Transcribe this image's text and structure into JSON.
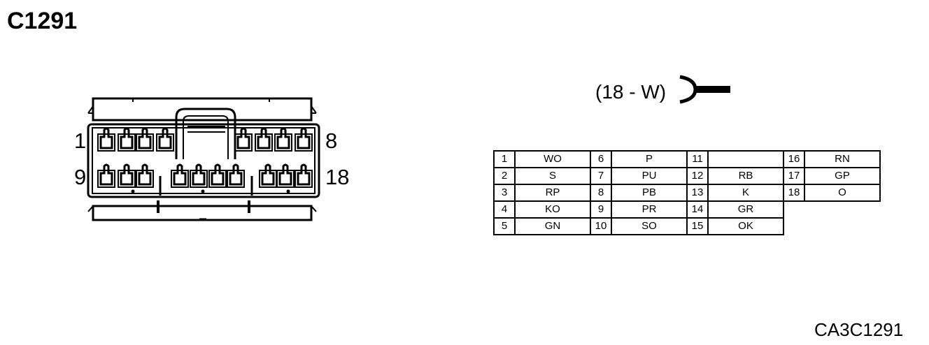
{
  "title": "C1291",
  "connector": {
    "type_label": "(18 - W)",
    "pin_labels": {
      "top_left": "1",
      "top_right": "8",
      "bottom_left": "9",
      "bottom_right": "18"
    }
  },
  "pin_table": {
    "rows": [
      [
        {
          "pin": "1",
          "wire": "WO"
        },
        {
          "pin": "6",
          "wire": "P"
        },
        {
          "pin": "11",
          "wire": ""
        },
        {
          "pin": "16",
          "wire": "RN"
        }
      ],
      [
        {
          "pin": "2",
          "wire": "S"
        },
        {
          "pin": "7",
          "wire": "PU"
        },
        {
          "pin": "12",
          "wire": "RB"
        },
        {
          "pin": "17",
          "wire": "GP"
        }
      ],
      [
        {
          "pin": "3",
          "wire": "RP"
        },
        {
          "pin": "8",
          "wire": "PB"
        },
        {
          "pin": "13",
          "wire": "K"
        },
        {
          "pin": "18",
          "wire": "O"
        }
      ],
      [
        {
          "pin": "4",
          "wire": "KO"
        },
        {
          "pin": "9",
          "wire": "PR"
        },
        {
          "pin": "14",
          "wire": "GR"
        }
      ],
      [
        {
          "pin": "5",
          "wire": "GN"
        },
        {
          "pin": "10",
          "wire": "SO"
        },
        {
          "pin": "15",
          "wire": "OK"
        }
      ]
    ]
  },
  "figure_code": "CA3C1291"
}
